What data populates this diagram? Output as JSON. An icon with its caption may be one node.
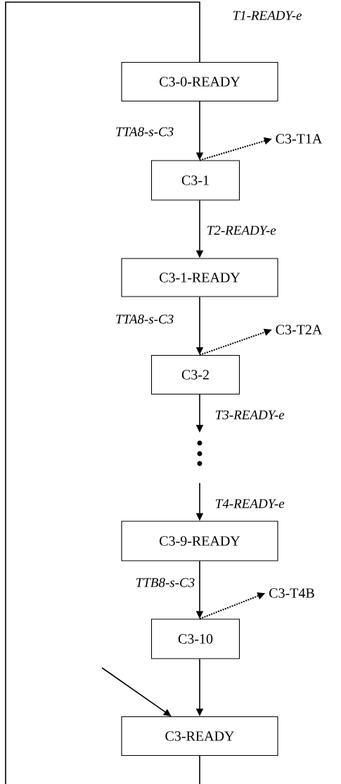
{
  "diagram": {
    "nodes": [
      {
        "text": [
          "C3-0-READY"
        ]
      },
      {
        "text": [
          "C3-1"
        ]
      },
      {
        "text": [
          "C3-1-READY"
        ]
      },
      {
        "text": [
          "C3-2"
        ]
      },
      {
        "text": [
          "C3-9-READY"
        ]
      },
      {
        "text": [
          "C3-10"
        ]
      },
      {
        "text": [
          "C3-READY"
        ]
      },
      {
        "text": [
          "C3-T1A"
        ]
      },
      {
        "text": [
          "C3-T2A"
        ]
      },
      {
        "text": [
          "C3-T4B"
        ]
      },
      {
        "text": [],
        "shape": "dots"
      }
    ],
    "edges": [
      {
        "from": 6,
        "to": 0,
        "arrow": "none",
        "label": "T1-READY-e"
      },
      {
        "from": 0,
        "to": 1,
        "arrow": "to",
        "label": "TTA8-s-C3"
      },
      {
        "from": 1,
        "to": 7,
        "arrow": "to",
        "style": "dashed"
      },
      {
        "from": 1,
        "to": 2,
        "arrow": "to",
        "label": "T2-READY-e"
      },
      {
        "from": 2,
        "to": 3,
        "arrow": "to",
        "label": "TTA8-s-C3"
      },
      {
        "from": 3,
        "to": 8,
        "arrow": "to",
        "style": "dashed"
      },
      {
        "from": 3,
        "to": 10,
        "arrow": "to",
        "label": "T3-READY-e"
      },
      {
        "from": 10,
        "to": 4,
        "arrow": "to",
        "label": "T4-READY-e"
      },
      {
        "from": 4,
        "to": 5,
        "arrow": "to",
        "label": "TTB8-s-C3"
      },
      {
        "from": 5,
        "to": 9,
        "arrow": "to",
        "style": "dashed"
      },
      {
        "from": 5,
        "to": 6,
        "arrow": "to"
      },
      {
        "from": null,
        "to": 6,
        "arrow": "to"
      }
    ]
  }
}
